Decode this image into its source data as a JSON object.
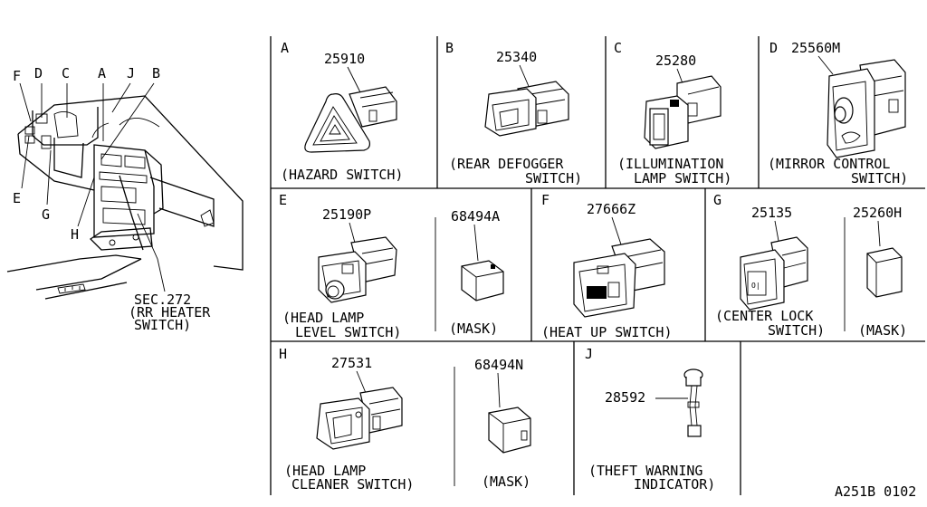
{
  "overview": {
    "callouts": [
      "F",
      "D",
      "C",
      "A",
      "J",
      "B",
      "E",
      "G",
      "H"
    ],
    "sec_ref": [
      "SEC.272",
      "(RR HEATER",
      "SWITCH)"
    ]
  },
  "cells": {
    "A": {
      "letter": "A",
      "parts": [
        {
          "number": "25910",
          "desc": [
            "(HAZARD SWITCH)"
          ]
        }
      ]
    },
    "B": {
      "letter": "B",
      "parts": [
        {
          "number": "25340",
          "desc": [
            "(REAR DEFOGGER",
            "SWITCH)"
          ]
        }
      ]
    },
    "C": {
      "letter": "C",
      "parts": [
        {
          "number": "25280",
          "desc": [
            "(ILLUMINATION",
            "LAMP SWITCH)"
          ]
        }
      ]
    },
    "D": {
      "letter": "D",
      "parts": [
        {
          "number": "25560M",
          "desc": [
            "(MIRROR CONTROL",
            "SWITCH)"
          ]
        }
      ]
    },
    "E": {
      "letter": "E",
      "parts": [
        {
          "number": "25190P",
          "desc": [
            "(HEAD LAMP",
            "LEVEL SWITCH)"
          ]
        },
        {
          "number": "68494A",
          "desc": [
            "(MASK)"
          ]
        }
      ]
    },
    "F": {
      "letter": "F",
      "parts": [
        {
          "number": "27666Z",
          "desc": [
            "(HEAT UP SWITCH)"
          ]
        }
      ]
    },
    "G": {
      "letter": "G",
      "parts": [
        {
          "number": "25135",
          "desc": [
            "(CENTER LOCK",
            "SWITCH)"
          ]
        },
        {
          "number": "25260H",
          "desc": [
            "(MASK)"
          ]
        }
      ]
    },
    "H": {
      "letter": "H",
      "parts": [
        {
          "number": "27531",
          "desc": [
            "(HEAD LAMP",
            "CLEANER SWITCH)"
          ]
        },
        {
          "number": "68494N",
          "desc": [
            "(MASK)"
          ]
        }
      ]
    },
    "J": {
      "letter": "J",
      "parts": [
        {
          "number": "28592",
          "desc": [
            "(THEFT WARNING",
            "INDICATOR)"
          ]
        }
      ]
    }
  },
  "diagram_code": "A251B 0102"
}
